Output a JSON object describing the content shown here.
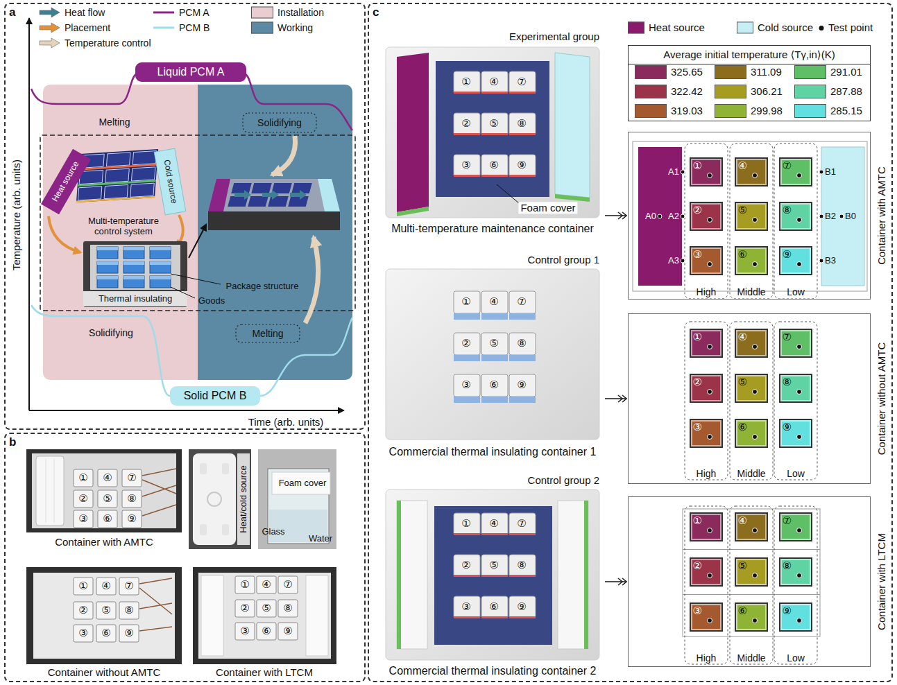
{
  "diagram": {
    "nodes": [
      {
        "text": [
          "a"
        ]
      },
      {
        "text": [
          "Liquid PCM A"
        ],
        "in": 0
      },
      {
        "text": [
          "Solid PCM B"
        ],
        "in": 0
      },
      {
        "text": [
          "b"
        ]
      },
      {
        "text": [
          "c"
        ]
      },
      {
        "text": [
          "Experimental group",
          "Multi-temperature maintenance container"
        ],
        "in": 4
      },
      {
        "text": [
          "Average initial temperature ⟨Tγ,in⟩(K)"
        ],
        "in": 4
      },
      {
        "text": [
          "Container with AMTC"
        ],
        "in": 4
      },
      {
        "text": [
          "①"
        ],
        "in": 7
      },
      {
        "text": [
          "④"
        ],
        "in": 7
      },
      {
        "text": [
          "⑦"
        ],
        "in": 7
      },
      {
        "text": [
          "②"
        ],
        "in": 7
      },
      {
        "text": [
          "⑤"
        ],
        "in": 7
      },
      {
        "text": [
          "⑧"
        ],
        "in": 7
      },
      {
        "text": [
          "③"
        ],
        "in": 7
      },
      {
        "text": [
          "⑥"
        ],
        "in": 7
      },
      {
        "text": [
          "⑨"
        ],
        "in": 7
      },
      {
        "text": [
          "Control group 1",
          "Commercial thermal insulating container 1"
        ],
        "in": 4
      },
      {
        "text": [
          "Container without AMTC"
        ],
        "in": 4
      },
      {
        "text": [
          "①"
        ],
        "in": 18
      },
      {
        "text": [
          "④"
        ],
        "in": 18
      },
      {
        "text": [
          "⑦"
        ],
        "in": 18
      },
      {
        "text": [
          "②"
        ],
        "in": 18
      },
      {
        "text": [
          "⑤"
        ],
        "in": 18
      },
      {
        "text": [
          "⑧"
        ],
        "in": 18
      },
      {
        "text": [
          "③"
        ],
        "in": 18
      },
      {
        "text": [
          "⑥"
        ],
        "in": 18
      },
      {
        "text": [
          "⑨"
        ],
        "in": 18
      },
      {
        "text": [
          "Control group 2",
          "Commercial thermal insulating container 2"
        ],
        "in": 4
      },
      {
        "text": [
          "Container with LTCM"
        ],
        "in": 4
      },
      {
        "text": [
          "①"
        ],
        "in": 29
      },
      {
        "text": [
          "④"
        ],
        "in": 29
      },
      {
        "text": [
          "⑦"
        ],
        "in": 29
      },
      {
        "text": [
          "②"
        ],
        "in": 29
      },
      {
        "text": [
          "⑤"
        ],
        "in": 29
      },
      {
        "text": [
          "⑧"
        ],
        "in": 29
      },
      {
        "text": [
          "③"
        ],
        "in": 29
      },
      {
        "text": [
          "⑥"
        ],
        "in": 29
      },
      {
        "text": [
          "⑨"
        ],
        "in": 29
      }
    ],
    "edges": [
      {
        "from": 5,
        "to": 7,
        "arrow": "to"
      },
      {
        "from": 17,
        "to": 18,
        "arrow": "to"
      },
      {
        "from": 28,
        "to": 29,
        "arrow": "to"
      }
    ],
    "labels": [
      "Temperature (arb. units)",
      "Time (arb. units)",
      "Melting",
      "Solidifying",
      "Heat source",
      "Cold source",
      "Multi-temperature control system",
      "Package structure",
      "Goods",
      "Thermal insulating",
      "Solidifying",
      "Melting",
      "①",
      "④",
      "⑦",
      "②",
      "⑤",
      "⑧",
      "③",
      "⑥",
      "⑨",
      "Container with AMTC",
      "Heat/cold source",
      "Foam cover",
      "Glass",
      "Water",
      "①",
      "④",
      "⑦",
      "②",
      "⑤",
      "⑧",
      "③",
      "⑥",
      "⑨",
      "Container without AMTC",
      "①",
      "④",
      "⑦",
      "②",
      "⑤",
      "⑧",
      "③",
      "⑥",
      "⑨",
      "Container with LTCM",
      "①",
      "④",
      "⑦",
      "②",
      "⑤",
      "⑧",
      "③",
      "⑥",
      "⑨",
      "Foam cover",
      "①",
      "④",
      "⑦",
      "②",
      "⑤",
      "⑧",
      "③",
      "⑥",
      "⑨",
      "①",
      "④",
      "⑦",
      "②",
      "⑤",
      "⑧",
      "③",
      "⑥",
      "⑨",
      "A1",
      "A0",
      "A2",
      "A3",
      "B1",
      "B2",
      "B0",
      "B3",
      "High",
      "Middle",
      "Low",
      "High",
      "Middle",
      "Low",
      "High",
      "Middle",
      "Low"
    ],
    "legend": [
      {
        "text": "Heat flow"
      },
      {
        "text": "Placement"
      },
      {
        "text": "Temperature control"
      },
      {
        "text": "PCM A"
      },
      {
        "text": "PCM B"
      },
      {
        "text": "Installation",
        "color": "#e9cdd0"
      },
      {
        "text": "Working",
        "color": "#5c8aa5"
      },
      {
        "text": "Heat source",
        "color": "#8a1a6c"
      },
      {
        "text": "Cold source",
        "color": "#c6eef5"
      },
      {
        "text": "Test point"
      },
      {
        "text": "325.65",
        "color": "#8b2a5c"
      },
      {
        "text": "322.42",
        "color": "#9b3448"
      },
      {
        "text": "319.03",
        "color": "#a45a2e"
      },
      {
        "text": "311.09",
        "color": "#8c6d1d"
      },
      {
        "text": "306.21",
        "color": "#a69c22"
      },
      {
        "text": "299.98",
        "color": "#8fb335"
      },
      {
        "text": "291.01",
        "color": "#5fbf66"
      },
      {
        "text": "287.88",
        "color": "#5fd3a4"
      },
      {
        "text": "285.15",
        "color": "#62e0df"
      }
    ]
  }
}
